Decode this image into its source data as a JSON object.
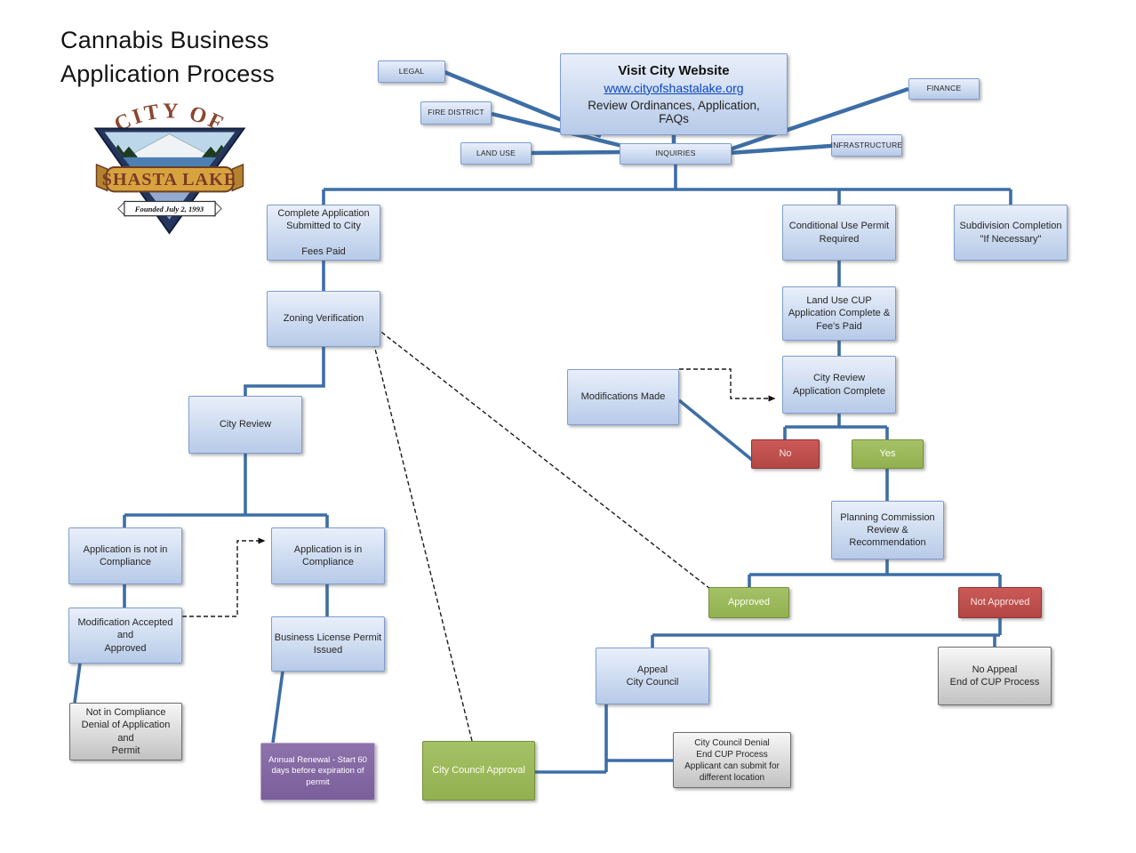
{
  "title": "Cannabis Business\nApplication Process",
  "logo": {
    "arc_text": "CITY OF",
    "banner": "SHASTA LAKE",
    "founded": "Founded July 2, 1993"
  },
  "colors": {
    "node_blue_fill": "#c9d8ef",
    "node_blue_border": "#7f9ecf",
    "connector_blue": "#3d6ea6",
    "decision_red": "#c0504d",
    "decision_green": "#9bbb59",
    "terminal_gray": "#d9d9d9",
    "renewal_purple": "#8064a2",
    "link_blue": "#0b46c4",
    "dashed_black": "#1a1a1a"
  },
  "nodes": {
    "visit_website": {
      "title": "Visit City Website",
      "link": "www.cityofshastalake.org",
      "desc": "Review Ordinances, Application,\nFAQs"
    },
    "legal": "LEGAL",
    "fire_district": "FIRE DISTRICT",
    "land_use": "LAND USE",
    "inquiries": "INQUIRIES",
    "infrastructure": "INFRASTRUCTURE",
    "finance": "FINANCE",
    "complete_application": "Complete  Application\nSubmitted to City\n\nFees Paid",
    "zoning_verification": "Zoning Verification",
    "city_review": "City Review",
    "app_not_in_compliance": "Application  is not in\nCompliance",
    "app_in_compliance": "Application is in\nCompliance",
    "modification_accepted": "Modification Accepted and\nApproved",
    "not_in_compliance_denial": "Not in Compliance\nDenial of Application and\nPermit",
    "business_license": "Business License Permit\nIssued",
    "annual_renewal": "Annual Renewal - Start 60\ndays before expiration of\npermit",
    "conditional_use": "Conditional Use Permit\nRequired",
    "subdivision": "Subdivision Completion\n\"If Necessary\"",
    "land_use_cup": "Land Use CUP\nApplication Complete  &\nFee's Paid",
    "city_review_app": "City Review\nApplication Complete",
    "modifications_made": "Modifications Made",
    "no": "No",
    "yes": "Yes",
    "planning_commission": "Planning Commission\nReview &\nRecommendation",
    "approved": "Approved",
    "not_approved": "Not Approved",
    "appeal": "Appeal\nCity Council",
    "no_appeal": "No Appeal\nEnd of CUP  Process",
    "city_council_denial": "City Council Denial\nEnd CUP Process\nApplicant can submit for\ndifferent location",
    "city_council_approval": "City Council Approval"
  }
}
